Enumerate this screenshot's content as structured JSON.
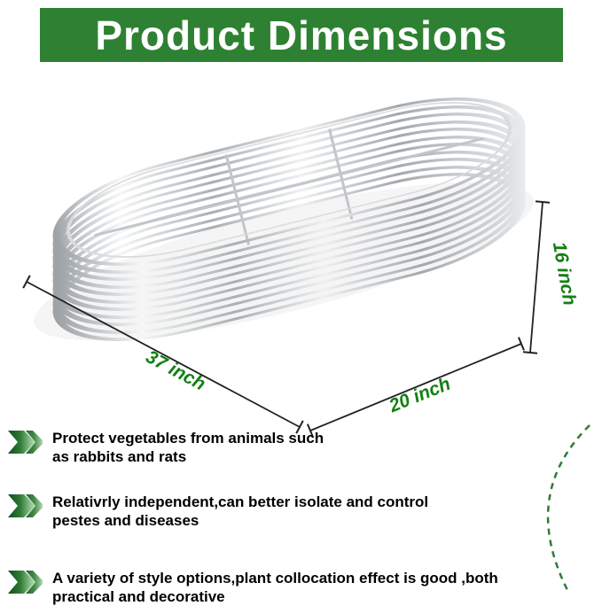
{
  "header": {
    "title": "Product Dimensions"
  },
  "illustration": {
    "dimensions": {
      "length": "37 inch",
      "width": "20 inch",
      "height": "16 inch"
    }
  },
  "features": [
    {
      "text": "Protect vegetables from animals such\nas rabbits and rats"
    },
    {
      "text": "Relativrly independent,can better isolate and control\npestes and diseases"
    },
    {
      "text": "A variety of style options,plant collocation effect  is good ,both\npractical and decorative"
    }
  ],
  "colors": {
    "banner_bg": "#2e8132",
    "banner_text": "#ffffff",
    "dimension_label": "#128012",
    "feature_text": "#000000",
    "dashed_accent": "#2e7d32",
    "metal_light": "#f4f6f7",
    "metal_dark": "#9ea3a8"
  }
}
